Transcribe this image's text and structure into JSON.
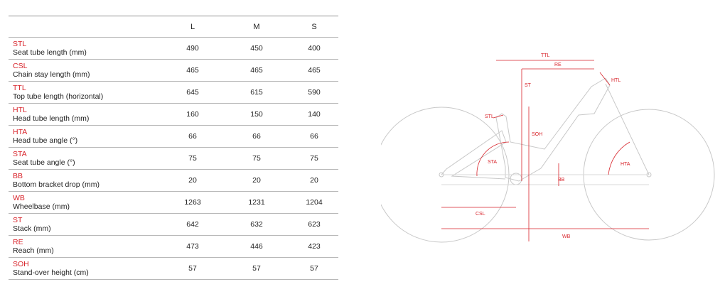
{
  "table": {
    "sizes": [
      "L",
      "M",
      "S"
    ],
    "rows": [
      {
        "code": "STL",
        "desc": "Seat tube length (mm)",
        "values": [
          "490",
          "450",
          "400"
        ]
      },
      {
        "code": "CSL",
        "desc": "Chain stay length (mm)",
        "values": [
          "465",
          "465",
          "465"
        ]
      },
      {
        "code": "TTL",
        "desc": "Top tube length (horizontal)",
        "values": [
          "645",
          "615",
          "590"
        ]
      },
      {
        "code": "HTL",
        "desc": "Head tube length (mm)",
        "values": [
          "160",
          "150",
          "140"
        ]
      },
      {
        "code": "HTA",
        "desc": "Head tube angle (°)",
        "values": [
          "66",
          "66",
          "66"
        ]
      },
      {
        "code": "STA",
        "desc": "Seat tube angle (°)",
        "values": [
          "75",
          "75",
          "75"
        ]
      },
      {
        "code": "BB",
        "desc": "Bottom bracket drop (mm)",
        "values": [
          "20",
          "20",
          "20"
        ]
      },
      {
        "code": "WB",
        "desc": "Wheelbase (mm)",
        "values": [
          "1263",
          "1231",
          "1204"
        ]
      },
      {
        "code": "ST",
        "desc": "Stack (mm)",
        "values": [
          "642",
          "632",
          "623"
        ]
      },
      {
        "code": "RE",
        "desc": "Reach (mm)",
        "values": [
          "473",
          "446",
          "423"
        ]
      },
      {
        "code": "SOH",
        "desc": "Stand-over height (cm)",
        "values": [
          "57",
          "57",
          "57"
        ]
      }
    ]
  },
  "diagram": {
    "labels": {
      "ttl": "TTL",
      "re": "RE",
      "st": "ST",
      "htl": "HTL",
      "stl": "STL",
      "soh": "SOH",
      "sta": "STA",
      "hta": "HTA",
      "bb": "BB",
      "csl": "CSL",
      "wb": "WB"
    },
    "colors": {
      "accent": "#d8232a",
      "frame": "#c8c8c8"
    }
  }
}
